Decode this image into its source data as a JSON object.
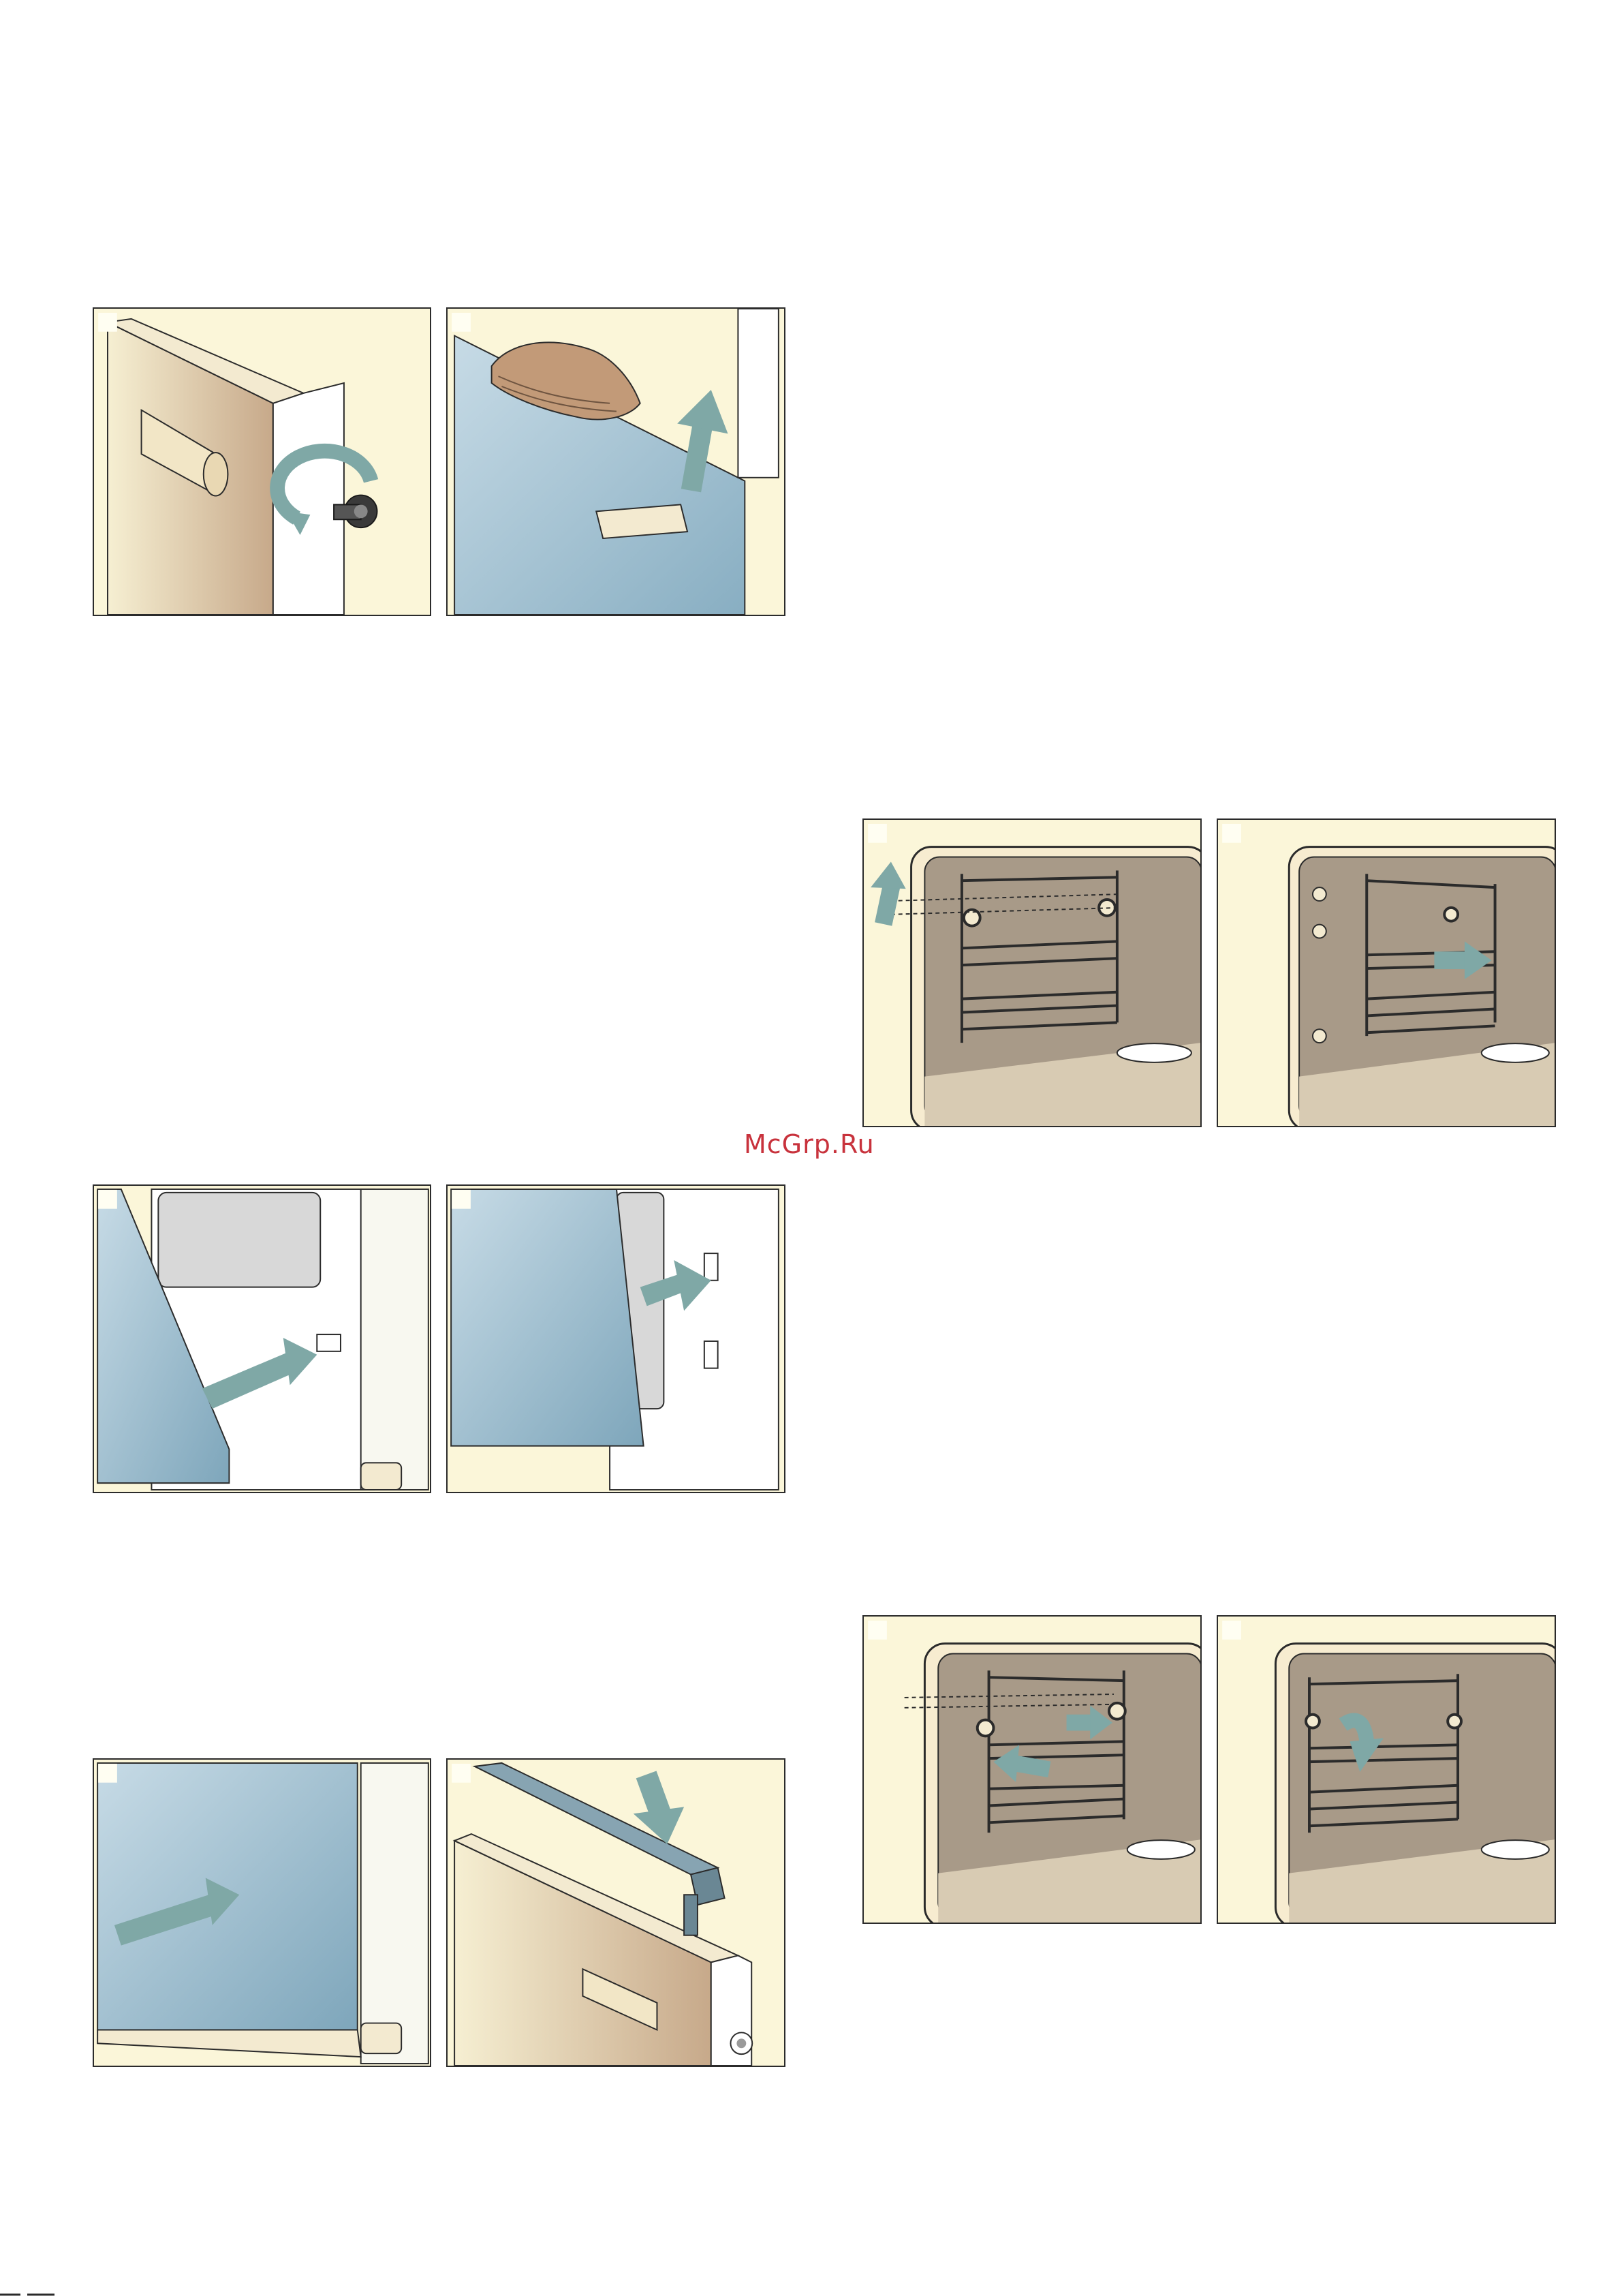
{
  "watermark": {
    "text": "McGrp.Ru",
    "color": "#c8323c"
  },
  "colors": {
    "panel_background": "#fbf6d9",
    "arrow": "#7fa8a6",
    "glass": "#a9c6d6",
    "door_panel": "#c9ad8e",
    "oven_interior": "#a89a88",
    "outline": "#2b2b2b"
  },
  "figures": [
    {
      "id": "door-screw-unscrew",
      "icons": [
        "door-panel-icon",
        "screw-icon",
        "rotate-arrow-icon"
      ]
    },
    {
      "id": "glass-lift-with-cloth",
      "icons": [
        "glass-pane-icon",
        "cloth-icon",
        "up-arrow-icon"
      ]
    },
    {
      "id": "shelf-rack-lift",
      "icons": [
        "oven-interior-icon",
        "shelf-rack-icon",
        "up-arrow-icon"
      ]
    },
    {
      "id": "shelf-rack-pull-out",
      "icons": [
        "oven-interior-icon",
        "shelf-rack-icon",
        "right-arrow-icon"
      ]
    },
    {
      "id": "glass-insert-bottom",
      "icons": [
        "glass-pane-icon",
        "hinge-icon",
        "insert-arrow-icon"
      ]
    },
    {
      "id": "glass-push-into-holder",
      "icons": [
        "glass-pane-icon",
        "holder-icon",
        "right-arrow-icon"
      ]
    },
    {
      "id": "shelf-rack-insert",
      "icons": [
        "oven-interior-icon",
        "shelf-rack-icon",
        "left-arrow-icon",
        "right-arrow-icon"
      ]
    },
    {
      "id": "shelf-rack-press-down",
      "icons": [
        "oven-interior-icon",
        "shelf-rack-icon",
        "curved-down-arrow-icon"
      ]
    },
    {
      "id": "glass-slide-in",
      "icons": [
        "glass-pane-icon",
        "slide-arrow-icon"
      ]
    },
    {
      "id": "cover-strip-attach",
      "icons": [
        "cover-strip-icon",
        "door-panel-icon",
        "down-arrow-icon",
        "screw-icon"
      ]
    }
  ]
}
